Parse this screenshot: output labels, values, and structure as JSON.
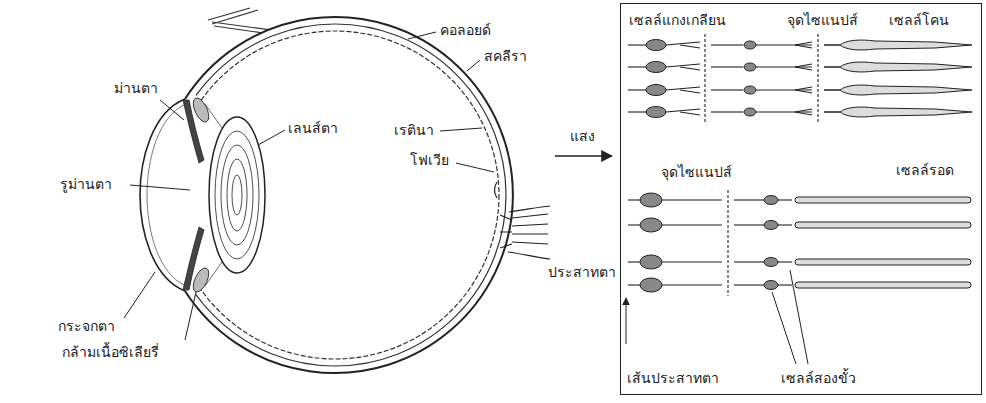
{
  "diagram": {
    "nodes": [
      {
        "text": [
          "เซลล์แกงเกลียน",
          "จุดไซแนปส์",
          "เซลล์โคน",
          "จุดไซแนปส์",
          "เซลล์รอด",
          "เส้นประสาทตา",
          "เซลล์สองขั้ว"
        ]
      }
    ],
    "labels": [
      "คอลอยด์",
      "ม่านตา",
      "สคลีรา",
      "เลนส์ตา",
      "เรตินา",
      "รูม่านตา",
      "โฟเวีย",
      "แสง",
      "ประสาทตา",
      "กระจกตา",
      "กล้ามเนื้อซิเลียรี่"
    ]
  }
}
